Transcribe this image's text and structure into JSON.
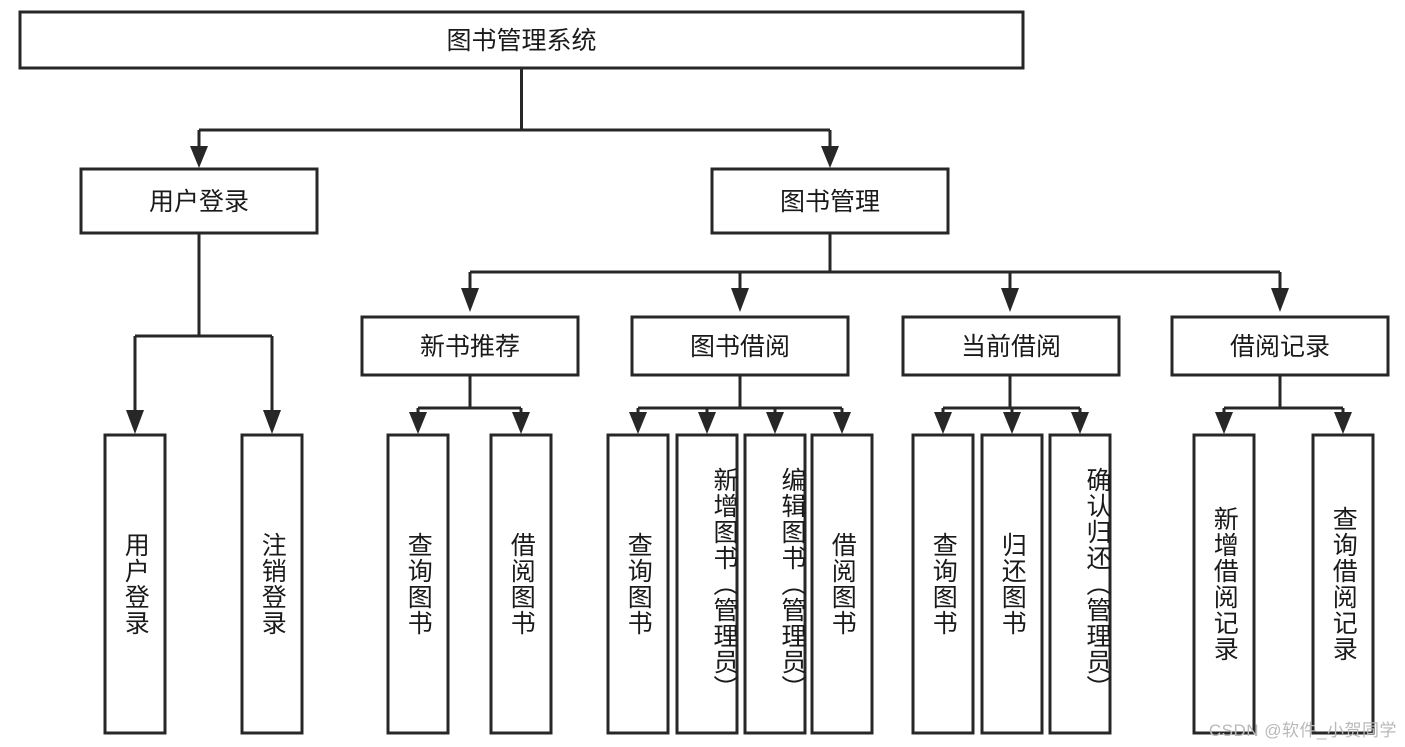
{
  "diagram": {
    "type": "tree-hierarchy",
    "root": {
      "id": "root",
      "label": "图书管理系统",
      "orientation": "horizontal"
    },
    "level2": [
      {
        "id": "user-login",
        "label": "用户登录",
        "orientation": "horizontal"
      },
      {
        "id": "book-manage",
        "label": "图书管理",
        "orientation": "horizontal"
      }
    ],
    "level3": [
      {
        "id": "new-book-recommend",
        "label": "新书推荐",
        "orientation": "horizontal",
        "parent": "book-manage"
      },
      {
        "id": "book-borrow",
        "label": "图书借阅",
        "orientation": "horizontal",
        "parent": "book-manage"
      },
      {
        "id": "current-borrow",
        "label": "当前借阅",
        "orientation": "horizontal",
        "parent": "book-manage"
      },
      {
        "id": "borrow-record",
        "label": "借阅记录",
        "orientation": "horizontal",
        "parent": "book-manage"
      }
    ],
    "leaves": [
      {
        "id": "leaf-user-login",
        "label": "用户登录",
        "parent": "user-login",
        "orientation": "vertical"
      },
      {
        "id": "leaf-user-logout",
        "label": "注销登录",
        "parent": "user-login",
        "orientation": "vertical"
      },
      {
        "id": "leaf-query-book-1",
        "label": "查询图书",
        "parent": "new-book-recommend",
        "orientation": "vertical"
      },
      {
        "id": "leaf-borrow-book-1",
        "label": "借阅图书",
        "parent": "new-book-recommend",
        "orientation": "vertical"
      },
      {
        "id": "leaf-query-book-2",
        "label": "查询图书",
        "parent": "book-borrow",
        "orientation": "vertical"
      },
      {
        "id": "leaf-add-book",
        "label": "新增图书（管理员）",
        "parent": "book-borrow",
        "orientation": "vertical"
      },
      {
        "id": "leaf-edit-book",
        "label": "编辑图书（管理员）",
        "parent": "book-borrow",
        "orientation": "vertical"
      },
      {
        "id": "leaf-borrow-book-2",
        "label": "借阅图书",
        "parent": "book-borrow",
        "orientation": "vertical"
      },
      {
        "id": "leaf-query-book-3",
        "label": "查询图书",
        "parent": "current-borrow",
        "orientation": "vertical"
      },
      {
        "id": "leaf-return-book",
        "label": "归还图书",
        "parent": "current-borrow",
        "orientation": "vertical"
      },
      {
        "id": "leaf-confirm-return",
        "label": "确认归还（管理员）",
        "parent": "current-borrow",
        "orientation": "vertical"
      },
      {
        "id": "leaf-add-record",
        "label": "新增借阅记录",
        "parent": "borrow-record",
        "orientation": "vertical"
      },
      {
        "id": "leaf-query-record",
        "label": "查询借阅记录",
        "parent": "borrow-record",
        "orientation": "vertical"
      }
    ],
    "colors": {
      "stroke": "#272727",
      "fill": "#ffffff",
      "text": "#1a1a1a",
      "watermark": "#b9b9b9",
      "background": "#ffffff"
    }
  },
  "watermark": {
    "text": "CSDN @软件_小贺同学"
  }
}
